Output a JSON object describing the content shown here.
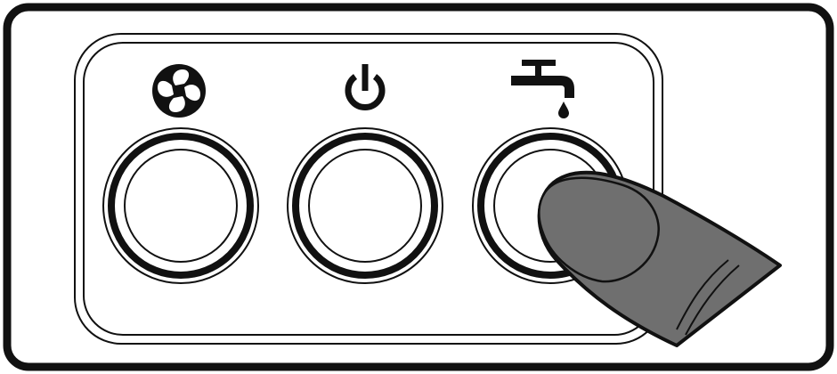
{
  "panel": {
    "buttons": [
      {
        "id": "fan",
        "icon": "fan-icon"
      },
      {
        "id": "power",
        "icon": "power-icon"
      },
      {
        "id": "water",
        "icon": "water-tap-icon",
        "pressed": true
      }
    ]
  },
  "colors": {
    "outline": "#111111",
    "background": "#ffffff",
    "finger_fill": "#6f6f6f"
  }
}
